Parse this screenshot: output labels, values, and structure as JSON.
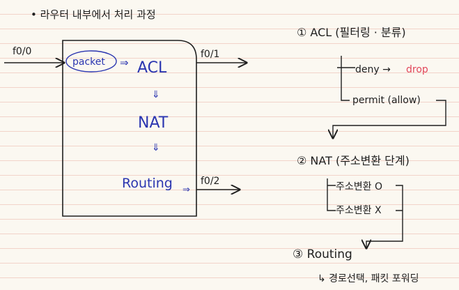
{
  "title": "• 라우터 내부에서 처리 과정",
  "router": {
    "port_in": "f0/0",
    "port_out_1": "f0/1",
    "port_out_2": "f0/2",
    "packet": "packet",
    "stages": [
      "ACL",
      "NAT",
      "Routing"
    ]
  },
  "notes": {
    "acl": {
      "heading": "① ACL (필터링 · 분류)",
      "deny": "deny →",
      "drop": "drop",
      "permit": "permit (allow)"
    },
    "nat": {
      "heading": "② NAT (주소변환 단계)",
      "opt_o": "주소변환 O",
      "opt_x": "주소변환 X"
    },
    "routing": {
      "heading": "③ Routing",
      "sub": "↳ 경로선택, 패킷 포워딩"
    }
  },
  "colors": {
    "ink": "#1f1f1f",
    "blue": "#2a35b0",
    "red": "#e2475b",
    "paper": "#fbf8f1",
    "rule": "#f2d3c9"
  }
}
